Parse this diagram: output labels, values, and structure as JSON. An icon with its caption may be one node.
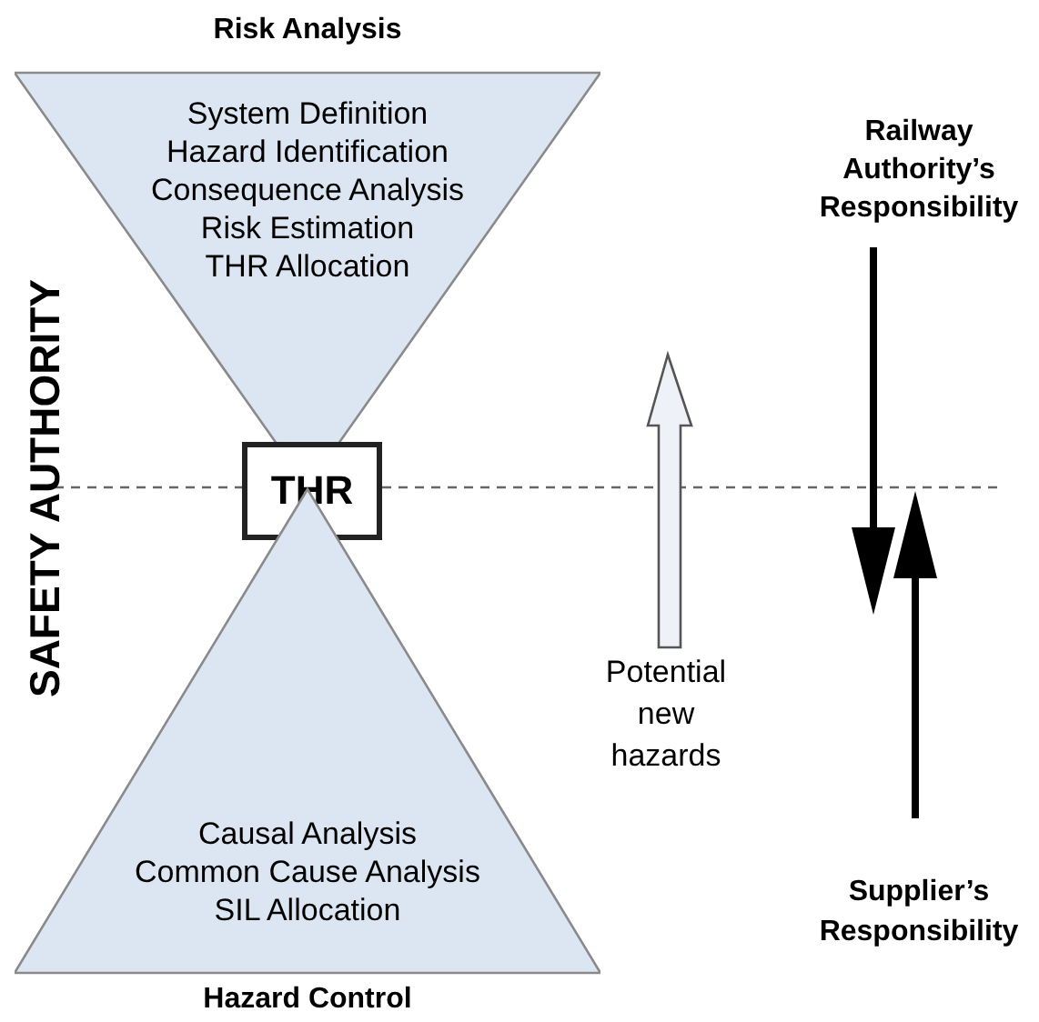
{
  "diagram": {
    "nodes": [
      {
        "text": [
          "Risk Analysis",
          "System Definition",
          "Hazard Identification",
          "Consequence Analysis",
          "Risk Estimation",
          "THR Allocation"
        ]
      },
      {
        "text": [
          "THR"
        ]
      },
      {
        "text": [
          "Causal Analysis",
          "Common Cause Analysis",
          "SIL Allocation",
          "Hazard Control"
        ]
      }
    ],
    "edges": [],
    "labels": [
      "Railway Authority’s Responsibility",
      "SAFETY AUTHORITY",
      "Potential new hazards",
      "Supplier’s Responsibility"
    ]
  }
}
